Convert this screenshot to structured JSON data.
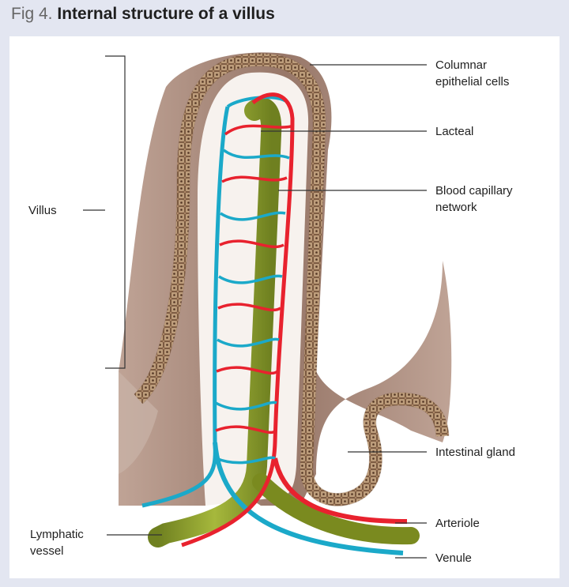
{
  "title": {
    "prefix": "Fig 4.",
    "text": "Internal structure of a villus"
  },
  "labels": {
    "villus": "Villus",
    "columnar_1": "Columnar",
    "columnar_2": "epithelial cells",
    "lacteal": "Lacteal",
    "blood_1": "Blood capillary",
    "blood_2": "network",
    "gland": "Intestinal gland",
    "arteriole": "Arteriole",
    "venule": "Venule",
    "lymph_1": "Lymphatic",
    "lymph_2": "vessel"
  },
  "colors": {
    "background": "#e3e6f1",
    "tissue": "#9c7865",
    "epithelium": "#b58f6c",
    "lacteal": "#8fa12a",
    "arteriole": "#e8222e",
    "venule": "#1ba9c9"
  }
}
